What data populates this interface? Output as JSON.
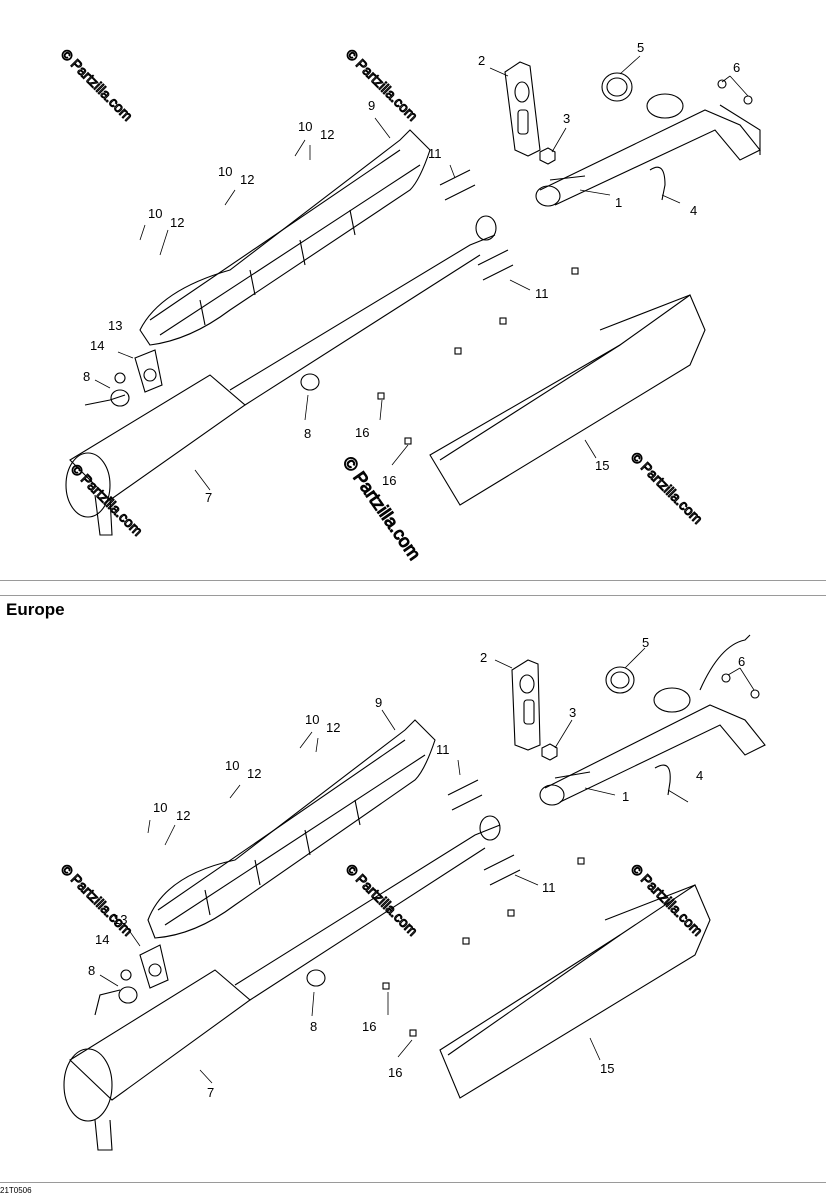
{
  "diagram": {
    "upper": {
      "callouts": [
        "1",
        "2",
        "3",
        "4",
        "5",
        "6",
        "7",
        "8",
        "8",
        "9",
        "10",
        "12",
        "10",
        "12",
        "10",
        "12",
        "11",
        "11",
        "13",
        "14",
        "15",
        "16",
        "16"
      ]
    },
    "lower": {
      "title": "Europe",
      "callouts": [
        "1",
        "2",
        "3",
        "4",
        "5",
        "6",
        "7",
        "8",
        "8",
        "9",
        "10",
        "12",
        "10",
        "12",
        "10",
        "12",
        "11",
        "11",
        "13",
        "14",
        "15",
        "16",
        "16"
      ]
    },
    "watermark": "© Partzilla.com",
    "footer_code": "21T0506"
  }
}
